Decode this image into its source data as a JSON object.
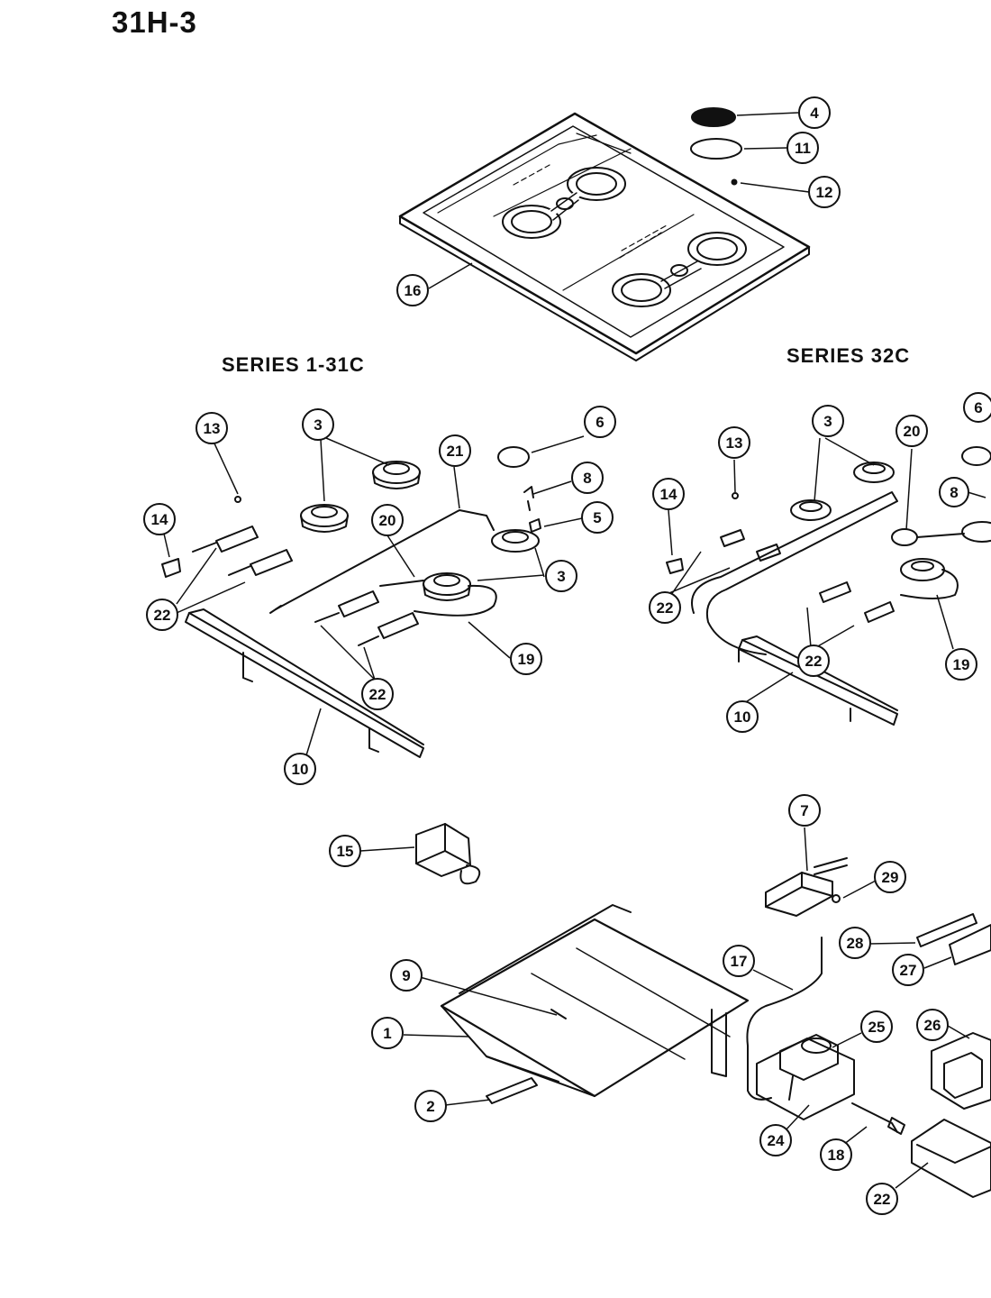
{
  "header": {
    "title": "31H-3"
  },
  "series": {
    "left": "SERIES 1-31C",
    "right": "SERIES 32C"
  },
  "callouts": [
    "4",
    "11",
    "12",
    "16",
    "13",
    "3",
    "21",
    "6",
    "8",
    "5",
    "14",
    "20",
    "3",
    "22",
    "19",
    "22",
    "10",
    "13",
    "14",
    "3",
    "20",
    "6",
    "8",
    "22",
    "22",
    "19",
    "10",
    "15",
    "7",
    "29",
    "28",
    "27",
    "17",
    "9",
    "1",
    "25",
    "26",
    "2",
    "24",
    "18",
    "22"
  ]
}
